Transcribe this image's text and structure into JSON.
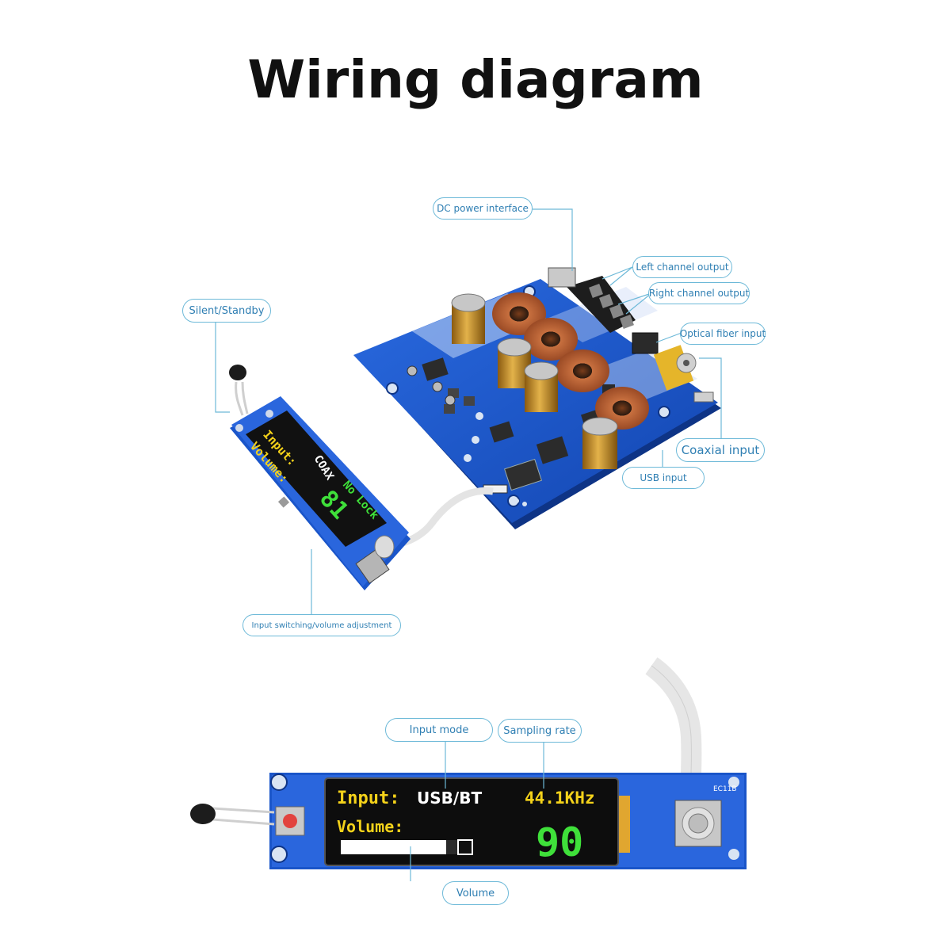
{
  "title": "Wiring diagram",
  "labels": {
    "dc_power": "DC power interface",
    "left_channel": "Left channel output",
    "right_channel": "Right channel output",
    "optical": "Optical fiber input",
    "coaxial": "Coaxial input",
    "usb": "USB input",
    "silent": "Silent/Standby",
    "input_switch": "Input switching/volume adjustment",
    "input_mode": "Input mode",
    "sampling_rate": "Sampling rate",
    "volume": "Volume"
  },
  "small_display": {
    "input_label": "Input:",
    "volume_label": "Volume:",
    "source": "COAX",
    "lock_status": "No Lock",
    "volume_value": "81"
  },
  "large_display": {
    "input_label": "Input:",
    "source": "USB/BT",
    "rate": "44.1KHz",
    "volume_label": "Volume:",
    "volume_value": "90",
    "volume_level": 0.9
  },
  "board_marking": "EC11B",
  "colors": {
    "pcb_blue": "#1a55c9",
    "callout_line": "#6db9d8",
    "callout_text": "#2f7fb3",
    "oled_yellow": "#f4d21a",
    "oled_green": "#3fe03a"
  }
}
